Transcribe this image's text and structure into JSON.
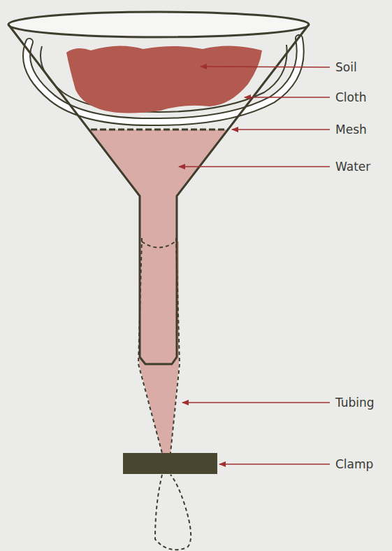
{
  "diagram": {
    "labels": [
      "Soil",
      "Cloth",
      "Mesh",
      "Water",
      "Tubing",
      "Clamp"
    ]
  }
}
